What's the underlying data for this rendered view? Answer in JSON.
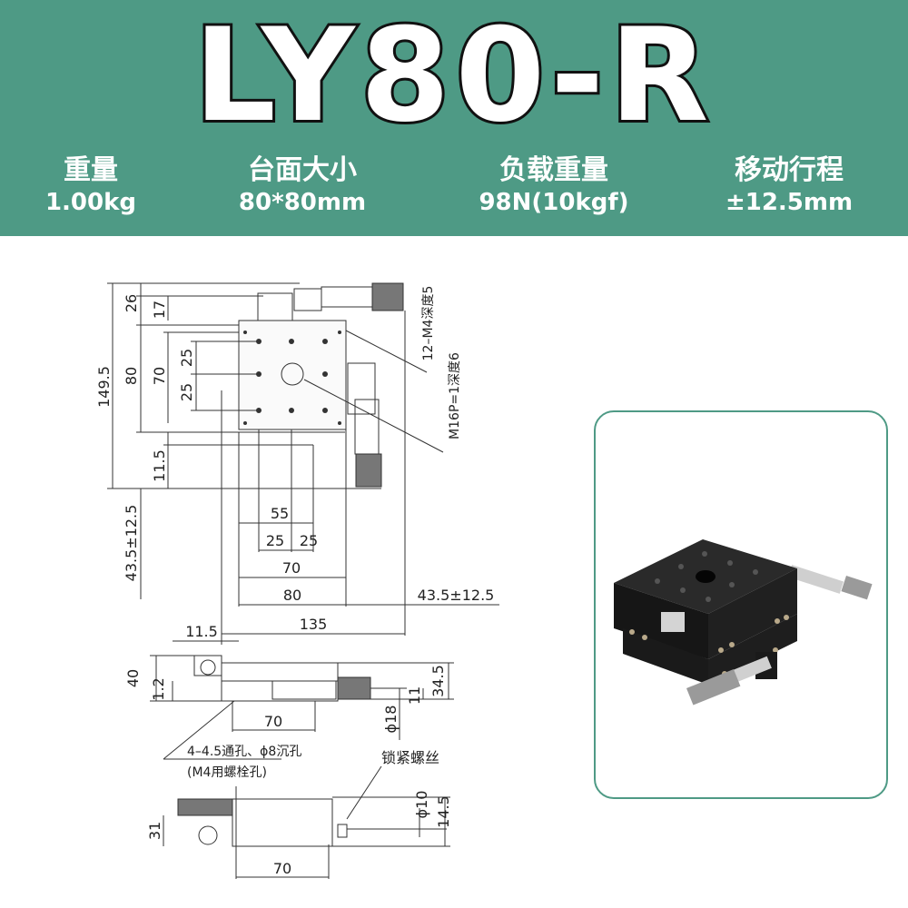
{
  "title": "LY80-R",
  "specs": [
    {
      "label": "重量",
      "value": "1.00kg"
    },
    {
      "label": "台面大小",
      "value": "80*80mm"
    },
    {
      "label": "负载重量",
      "value": "98N(10kgf)"
    },
    {
      "label": "移动行程",
      "value": "±12.5mm"
    }
  ],
  "drawing": {
    "dims": {
      "d26": "26",
      "d17": "17",
      "d149_5": "149.5",
      "d80v": "80",
      "d70v": "70",
      "d25a": "25",
      "d25b": "25",
      "d11_5v": "11.5",
      "d43_5v": "43.5±12.5",
      "d55": "55",
      "d25c": "25",
      "d25d": "25",
      "d70h": "70",
      "d80h": "80",
      "d43_5h": "43.5±12.5",
      "d135": "135",
      "d11_5h": "11.5",
      "d40": "40",
      "d1_2": "1.2",
      "d34_5": "34.5",
      "d11": "11",
      "d70f": "70",
      "d18": "ϕ18",
      "d31": "31",
      "d10": "ϕ10",
      "d14_5": "14.5",
      "d70b": "70"
    },
    "notes": {
      "m4": "12–M4深度5",
      "m16": "M16P=1深度6",
      "holes": "4–4.5通孔、ϕ8沉孔",
      "bolt": "(M4用螺栓孔)",
      "lock": "锁紧螺丝"
    }
  },
  "colors": {
    "accent": "#4e9a85",
    "text": "#222222",
    "stage": "#1c1c1c"
  }
}
